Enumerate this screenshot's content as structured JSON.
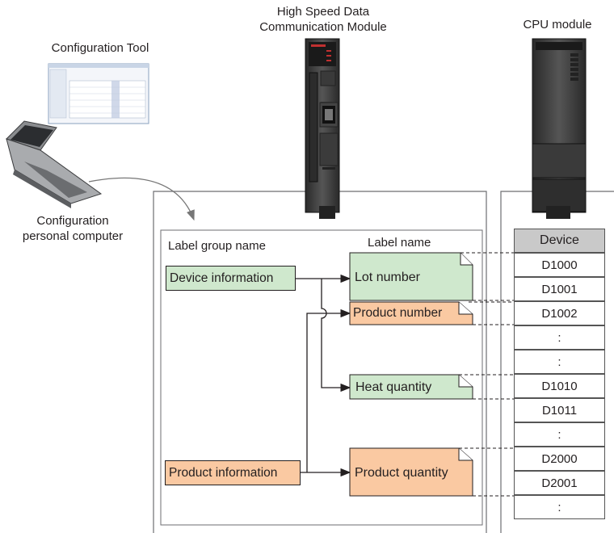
{
  "hardware": {
    "hsdcm_label_line1": "High Speed Data",
    "hsdcm_label_line2": "Communication Module",
    "cpu_label": "CPU module",
    "config_tool_label": "Configuration Tool",
    "pc_label_line1": "Configuration",
    "pc_label_line2": "personal computer"
  },
  "labels": {
    "group_header": "Label group name",
    "label_header": "Label name"
  },
  "groups": [
    {
      "name": "Device information",
      "color": "#cfe8cd"
    },
    {
      "name": "Product information",
      "color": "#fac9a2"
    }
  ],
  "label_items": [
    {
      "name": "Lot number",
      "group": "Device information",
      "color": "#cfe8cd"
    },
    {
      "name": "Product number",
      "group": "Product information",
      "color": "#fac9a2"
    },
    {
      "name": "Heat quantity",
      "group": "Device information",
      "color": "#cfe8cd"
    },
    {
      "name": "Product quantity",
      "group": "Product information",
      "color": "#fac9a2"
    }
  ],
  "device_table": {
    "header": "Device",
    "rows": [
      "D1000",
      "D1001",
      "D1002",
      ":",
      ":",
      "D1010",
      "D1011",
      ":",
      "D2000",
      "D2001",
      ":"
    ]
  }
}
